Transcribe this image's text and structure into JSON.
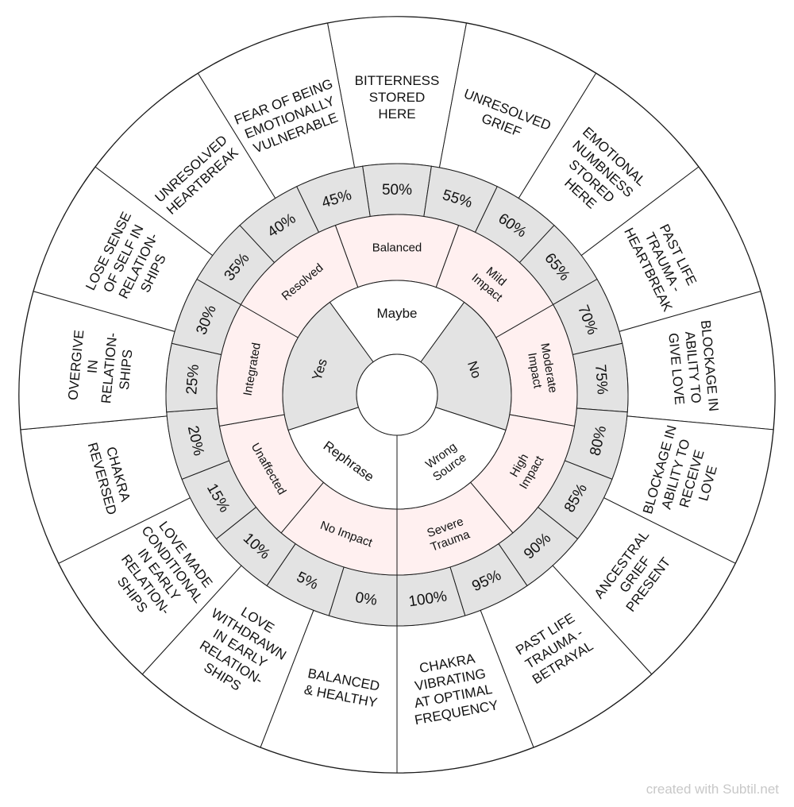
{
  "outer_labels": [
    [
      "BITTERNESS",
      "STORED",
      "HERE"
    ],
    [
      "UNRESOLVED",
      "GRIEF"
    ],
    [
      "EMOTIONAL",
      "NUMBNESS",
      "STORED",
      "HERE"
    ],
    [
      "PAST LIFE",
      "TRAUMA -",
      "HEARTBREAK"
    ],
    [
      "BLOCKAGE IN",
      "ABILITY TO",
      "GIVE LOVE"
    ],
    [
      "BLOCKAGE IN",
      "ABILITY TO",
      "RECEIVE",
      "LOVE"
    ],
    [
      "ANCESTRAL",
      "GRIEF",
      "PRESENT"
    ],
    [
      "PAST LIFE",
      "TRAUMA -",
      "BETRAYAL"
    ],
    [
      "CHAKRA",
      "VIBRATING",
      "AT OPTIMAL",
      "FREQUENCY"
    ],
    [
      "BALANCED",
      "& HEALTHY"
    ],
    [
      "LOVE",
      "WITHDRAWN",
      "IN EARLY",
      "RELATION-",
      "SHIPS"
    ],
    [
      "LOVE MADE",
      "CONDITIONAL",
      "IN EARLY",
      "RELATION-",
      "SHIPS"
    ],
    [
      "CHAKRA",
      "REVERSED"
    ],
    [
      "OVERGIVE",
      "IN",
      "RELATION-",
      "SHIPS"
    ],
    [
      "LOSE SENSE",
      "OF SELF IN",
      "RELATION-",
      "SHIPS"
    ],
    [
      "UNRESOLVED",
      "HEARTBREAK"
    ],
    [
      "FEAR OF BEING",
      "EMOTIONALLY",
      "VULNERABLE"
    ]
  ],
  "percent_labels": [
    "50%",
    "55%",
    "60%",
    "65%",
    "70%",
    "75%",
    "80%",
    "85%",
    "90%",
    "95%",
    "100%",
    "0%",
    "5%",
    "10%",
    "15%",
    "20%",
    "25%",
    "30%",
    "35%",
    "40%",
    "45%"
  ],
  "impact_labels": [
    [
      "Balanced"
    ],
    [
      "Mild",
      "Impact"
    ],
    [
      "Moderate",
      "Impact"
    ],
    [
      "High",
      "Impact"
    ],
    [
      "Severe",
      "Trauma"
    ],
    [
      "No Impact"
    ],
    [
      "Unaffected"
    ],
    [
      "Integrated"
    ],
    [
      "Resolved"
    ]
  ],
  "answer_labels": [
    [
      "Maybe"
    ],
    [
      "No"
    ],
    [
      "Wrong",
      "Source"
    ],
    [
      "Rephrase"
    ],
    [
      "Yes"
    ]
  ],
  "answer_fills": [
    "#ffffff",
    "#e3e3e3",
    "#ffffff",
    "#ffffff",
    "#e3e3e3"
  ],
  "colors": {
    "ring_gray": "#e3e3e3",
    "ring_pink": "#fff0f0",
    "stroke": "#1a1a1a",
    "credit": "#c8c8c8"
  },
  "credit": "created with Subtil.net"
}
